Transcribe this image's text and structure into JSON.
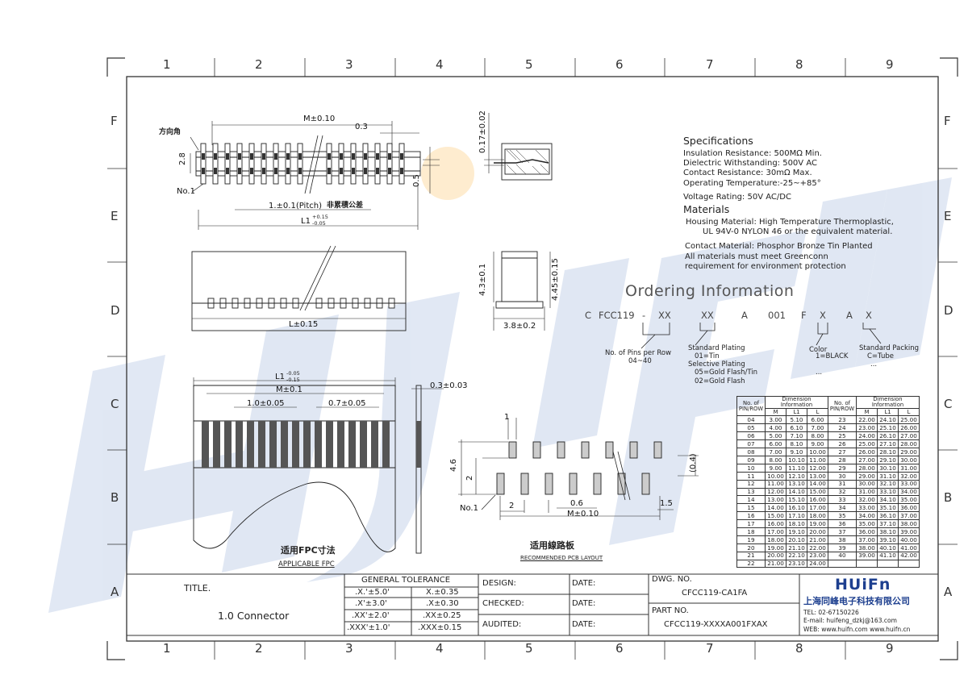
{
  "zones": {
    "columns": [
      "1",
      "2",
      "3",
      "4",
      "5",
      "6",
      "7",
      "8",
      "9"
    ],
    "rows": [
      "F",
      "E",
      "D",
      "C",
      "B",
      "A"
    ]
  },
  "specifications": {
    "heading": "Specifications",
    "lines": [
      "Insulation Resistance: 500MΩ Min.",
      "Dielectric Withstanding:   500V AC",
      "Contact Resistance:   30mΩ Max.",
      "Operating Temperature:-25~+85°",
      "Voltage Rating: 50V AC/DC"
    ]
  },
  "materials": {
    "heading": "Materials",
    "housing_1": "Housing Material: High Temperature Thermoplastic,",
    "housing_2": "UL 94V-0 NYLON 46 or the equivalent material.",
    "contact": "Contact Material: Phosphor Bronze  Tin Planted",
    "env_1": "All materials must meet Greenconn",
    "env_2": "requirement for environment protection"
  },
  "ordering": {
    "heading": "Ordering Information",
    "code": [
      "C",
      "FCC119",
      "-",
      "XX",
      "XX",
      "A",
      "001",
      "F",
      "X",
      "A",
      "X"
    ],
    "pins_label": "No. of Pins per Row",
    "pins_range": "04~40",
    "plating_1": "Standard Plating",
    "plating_2": "01=Tin",
    "plating_3": "Selective Plating",
    "plating_4": "05=Gold Flash/Tin",
    "plating_5": "02=Gold Flash",
    "color_1": "Color",
    "color_2": "1=BLACK",
    "color_3": "...",
    "packing_1": "Standard Packing",
    "packing_2": "C=Tube",
    "packing_3": "..."
  },
  "dimension_table": {
    "h_pin": [
      "No. of",
      "PIN/ROW"
    ],
    "h_info": "Dimension Information",
    "cols": [
      "M",
      "L1",
      "L"
    ],
    "left_rows": [
      [
        "04",
        "3.00",
        "5.10",
        "6.00"
      ],
      [
        "05",
        "4.00",
        "6.10",
        "7.00"
      ],
      [
        "06",
        "5.00",
        "7.10",
        "8.00"
      ],
      [
        "07",
        "6.00",
        "8.10",
        "9.00"
      ],
      [
        "08",
        "7.00",
        "9.10",
        "10.00"
      ],
      [
        "09",
        "8.00",
        "10.10",
        "11.00"
      ],
      [
        "10",
        "9.00",
        "11.10",
        "12.00"
      ],
      [
        "11",
        "10.00",
        "12.10",
        "13.00"
      ],
      [
        "12",
        "11.00",
        "13.10",
        "14.00"
      ],
      [
        "13",
        "12.00",
        "14.10",
        "15.00"
      ],
      [
        "14",
        "13.00",
        "15.10",
        "16.00"
      ],
      [
        "15",
        "14.00",
        "16.10",
        "17.00"
      ],
      [
        "16",
        "15.00",
        "17.10",
        "18.00"
      ],
      [
        "17",
        "16.00",
        "18.10",
        "19.00"
      ],
      [
        "18",
        "17.00",
        "19.10",
        "20.00"
      ],
      [
        "19",
        "18.00",
        "20.10",
        "21.00"
      ],
      [
        "20",
        "19.00",
        "21.10",
        "22.00"
      ],
      [
        "21",
        "20.00",
        "22.10",
        "23.00"
      ],
      [
        "22",
        "21.00",
        "23.10",
        "24.00"
      ]
    ],
    "right_rows": [
      [
        "23",
        "22.00",
        "24.10",
        "25.00"
      ],
      [
        "24",
        "23.00",
        "25.10",
        "26.00"
      ],
      [
        "25",
        "24.00",
        "26.10",
        "27.00"
      ],
      [
        "26",
        "25.00",
        "27.10",
        "28.00"
      ],
      [
        "27",
        "26.00",
        "28.10",
        "29.00"
      ],
      [
        "28",
        "27.00",
        "29.10",
        "30.00"
      ],
      [
        "29",
        "28.00",
        "30.10",
        "31.00"
      ],
      [
        "30",
        "29.00",
        "31.10",
        "32.00"
      ],
      [
        "31",
        "30.00",
        "32.10",
        "33.00"
      ],
      [
        "32",
        "31.00",
        "33.10",
        "34.00"
      ],
      [
        "33",
        "32.00",
        "34.10",
        "35.00"
      ],
      [
        "34",
        "33.00",
        "35.10",
        "36.00"
      ],
      [
        "35",
        "34.00",
        "36.10",
        "37.00"
      ],
      [
        "36",
        "35.00",
        "37.10",
        "38.00"
      ],
      [
        "37",
        "36.00",
        "38.10",
        "39.00"
      ],
      [
        "38",
        "37.00",
        "39.10",
        "40.00"
      ],
      [
        "39",
        "38.00",
        "40.10",
        "41.00"
      ],
      [
        "40",
        "39.00",
        "41.10",
        "42.00"
      ]
    ]
  },
  "dims": {
    "m_top": "M±0.10",
    "d03": "0.3",
    "d28": "2.8",
    "no1": "No.1",
    "fxj": "方向角",
    "d05": "0.5",
    "pitch": "1.±0.1(Pitch)",
    "pitch_note": "非累積公差",
    "l1_top": "L1",
    "l1_tol_top": "+0.15",
    "l1_tol_bot": "-0.05",
    "d017": "0.17±0.02",
    "d43": "4.3±0.1",
    "d445": "4.45±0.15",
    "d38": "3.8±0.2",
    "l015": "L±0.15",
    "fpc_l1": "L1",
    "fpc_l1_top": "-0.05",
    "fpc_l1_bot": "-0.15",
    "fpc_m": "M±0.1",
    "fpc_10": "1.0±0.05",
    "fpc_07": "0.7±0.05",
    "fpc_03": "0.3±0.03",
    "fpc_title": "适用FPC寸法",
    "fpc_sub": "APPLICABLE FPC",
    "pcb_1": "1",
    "pcb_46": "4.6",
    "pcb_2a": "2",
    "pcb_04": "(0.4)",
    "pcb_no1": "No.1",
    "pcb_2b": "2",
    "pcb_06": "0.6",
    "pcb_15": "1.5",
    "pcb_m": "M±0.10",
    "pcb_title": "适用線路板",
    "pcb_sub": "RECOMMENDED PCB LAYOUT"
  },
  "title_block": {
    "title_label": "TITLE.",
    "title_value": "1.0  Connector",
    "tolerance_head": "GENERAL  TOLERANCE",
    "tolerances": [
      [
        ".X.'±5.0'",
        "X.±0.35"
      ],
      [
        ".X'±3.0'",
        ".X±0.30"
      ],
      [
        ".XX'±2.0'",
        ".XX±0.25"
      ],
      [
        ".XXX'±1.0'",
        ".XXX±0.15"
      ]
    ],
    "design": "DESIGN:",
    "checked": "CHECKED:",
    "audited": "AUDITED:",
    "date1": "DATE:",
    "date2": "DATE:",
    "date3": "DATE:",
    "dwg_label": "DWG.  NO.",
    "dwg_value": "CFCC119-CA1FA",
    "part_label": "PART  NO.",
    "part_value": "CFCC119-XXXXA001FXAX"
  },
  "company": {
    "logo": "HUiFn",
    "name": "上海同峰电子科技有限公司",
    "tel": "TEL: 02-67150226",
    "email": "E-mail: huifeng_dzkj@163.com",
    "web": "WEB: www.huifn.com  www.huifn.cn"
  },
  "watermark": "HUiFn"
}
